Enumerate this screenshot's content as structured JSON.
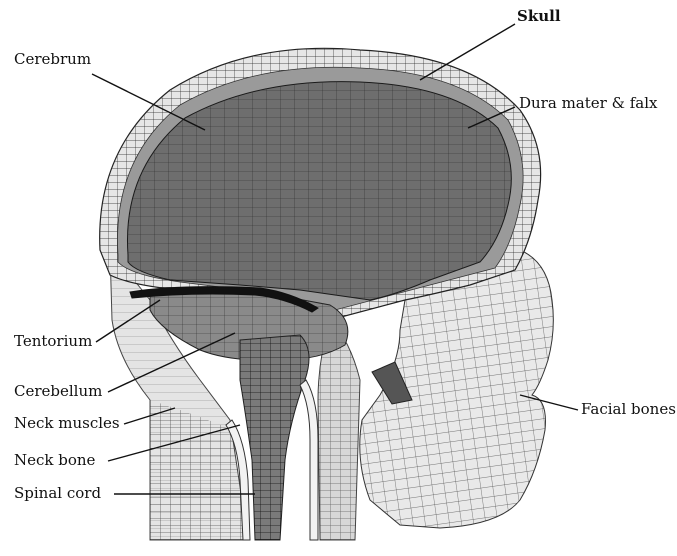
{
  "labels": {
    "skull": "Skull",
    "cerebrum": "Cerebrum",
    "dura_mater": "Dura mater & falx",
    "tentorium": "Tentorium",
    "cerebellum": "Cerebellum",
    "neck_muscles": "Neck muscles",
    "neck_bone": "Neck bone",
    "spinal_cord": "Spinal cord",
    "facial_bones": "Facial bones"
  }
}
